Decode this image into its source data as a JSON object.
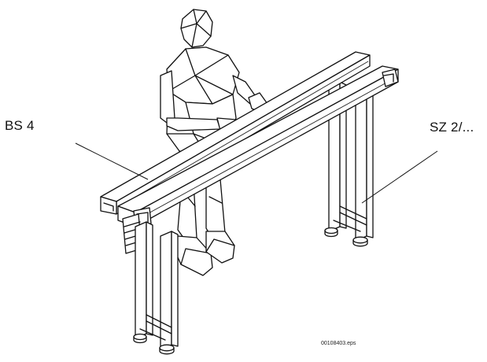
{
  "labels": {
    "left_callout": "BS 4",
    "right_callout": "SZ 2/...",
    "file_reference": "00108403.eps"
  },
  "colors": {
    "line": "#111111",
    "background": "#ffffff"
  }
}
